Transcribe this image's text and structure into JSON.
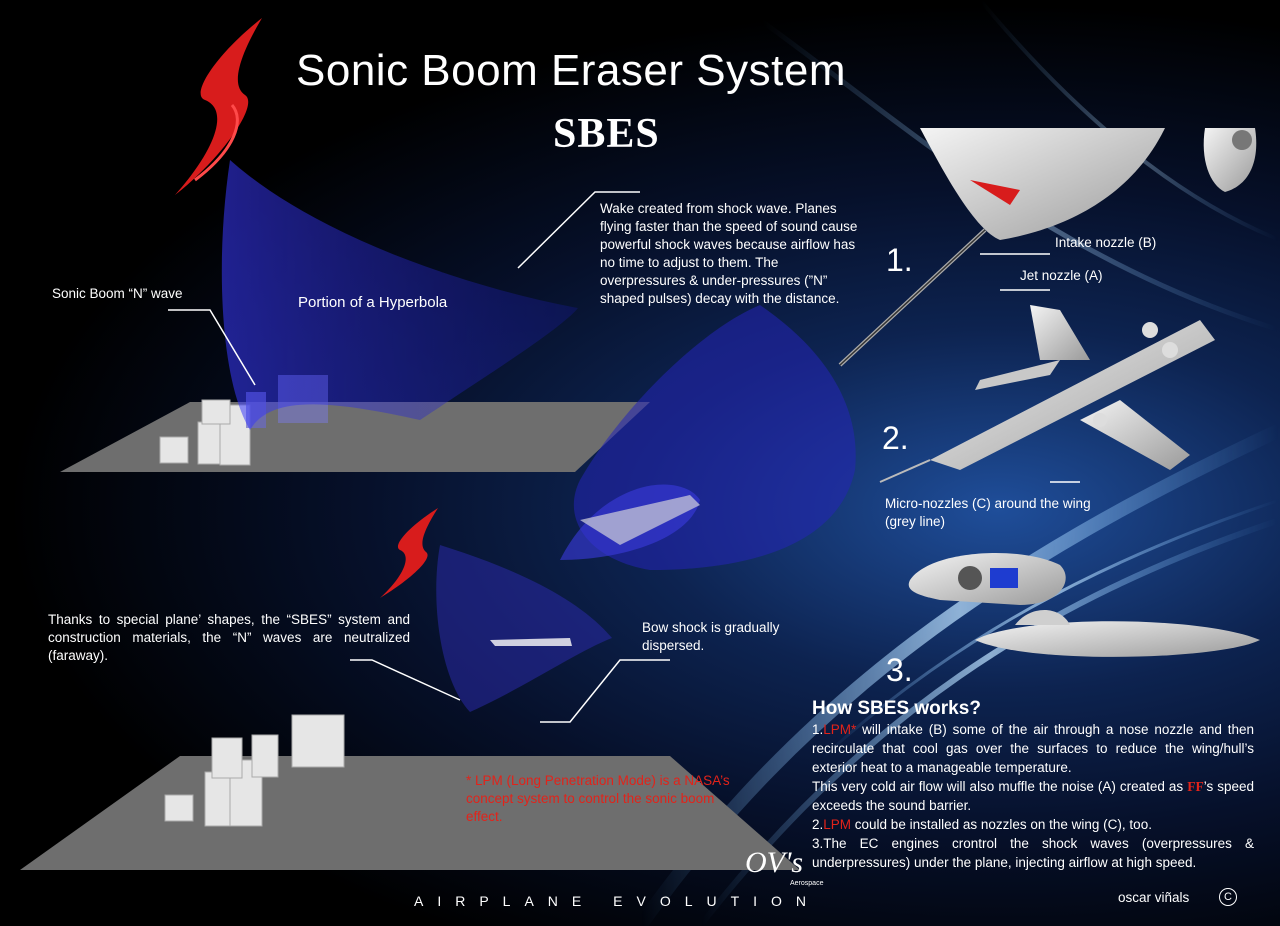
{
  "title": "Sonic Boom Eraser System",
  "subtitle": "SBES",
  "labels": {
    "n_wave": "Sonic Boom “N” wave",
    "hyperbola": "Portion of a Hyperbola",
    "intake": "Intake nozzle (B)",
    "jet": "Jet nozzle (A)",
    "micro_nozzles": "Micro-nozzles (C) around the wing (grey line)",
    "bow_shock": "Bow shock is gradually dispersed."
  },
  "wake_text": "Wake created from shock wave. Planes flying faster than the speed of sound cause powerful shock waves because airflow has no time to adjust to them. The overpressures & under-pressures (”N” shaped pulses) decay with the distance.",
  "thanks_text": "Thanks to special plane’ shapes, the “SBES” system and construction materials, the “N” waves are neutralized (faraway).",
  "lpm_note": "* LPM (Long Penetration Mode) is a NASA’s concept system to control the sonic boom effect.",
  "steps": [
    "1.",
    "2.",
    "3."
  ],
  "how": {
    "title": "How SBES works?",
    "p1_lead": "1.",
    "p1_red": "LPM*",
    "p1_rest": " will intake (B) some of the air through a nose nozzle and then recirculate that cool gas over the surfaces to reduce the wing/hull’s exterior heat to a manageable temperature.",
    "p1b_a": "This very cold air flow will also muffle the noise (A) created as ",
    "p1b_red": "FF",
    "p1b_b": "’s speed exceeds the sound barrier.",
    "p2_lead": "2.",
    "p2_red": "LPM",
    "p2_rest": " could be installed as nozzles on the wing (C), too.",
    "p3": "3.The EC engines crontrol the shock waves (overpressures & underpressures) under the plane, injecting airflow at high speed."
  },
  "footer": "AIRPLANE EVOLUTION",
  "logo": {
    "text": "OV's",
    "sub": "Aerospace"
  },
  "credit": "oscar viñals",
  "copyright": "C",
  "colors": {
    "accent_red": "#e2231a",
    "cone_blue": "#2a2ad0",
    "ground_grey": "#7a7a7a"
  }
}
